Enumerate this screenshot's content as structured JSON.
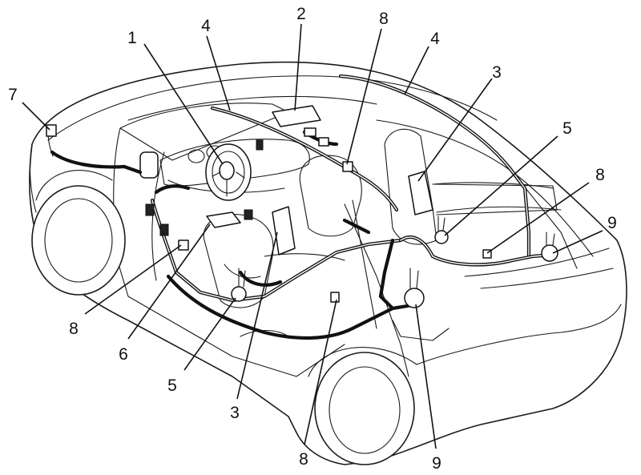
{
  "callouts": [
    {
      "id": "c1",
      "label": "1"
    },
    {
      "id": "c2",
      "label": "2"
    },
    {
      "id": "c3a",
      "label": "3"
    },
    {
      "id": "c3b",
      "label": "3"
    },
    {
      "id": "c4a",
      "label": "4"
    },
    {
      "id": "c4b",
      "label": "4"
    },
    {
      "id": "c5a",
      "label": "5"
    },
    {
      "id": "c5b",
      "label": "5"
    },
    {
      "id": "c6",
      "label": "6"
    },
    {
      "id": "c7",
      "label": "7"
    },
    {
      "id": "c8a",
      "label": "8"
    },
    {
      "id": "c8b",
      "label": "8"
    },
    {
      "id": "c8c",
      "label": "8"
    },
    {
      "id": "c8d",
      "label": "8"
    },
    {
      "id": "c9a",
      "label": "9"
    },
    {
      "id": "c9b",
      "label": "9"
    }
  ],
  "colors": {
    "line": "#111111",
    "background": "#ffffff"
  }
}
